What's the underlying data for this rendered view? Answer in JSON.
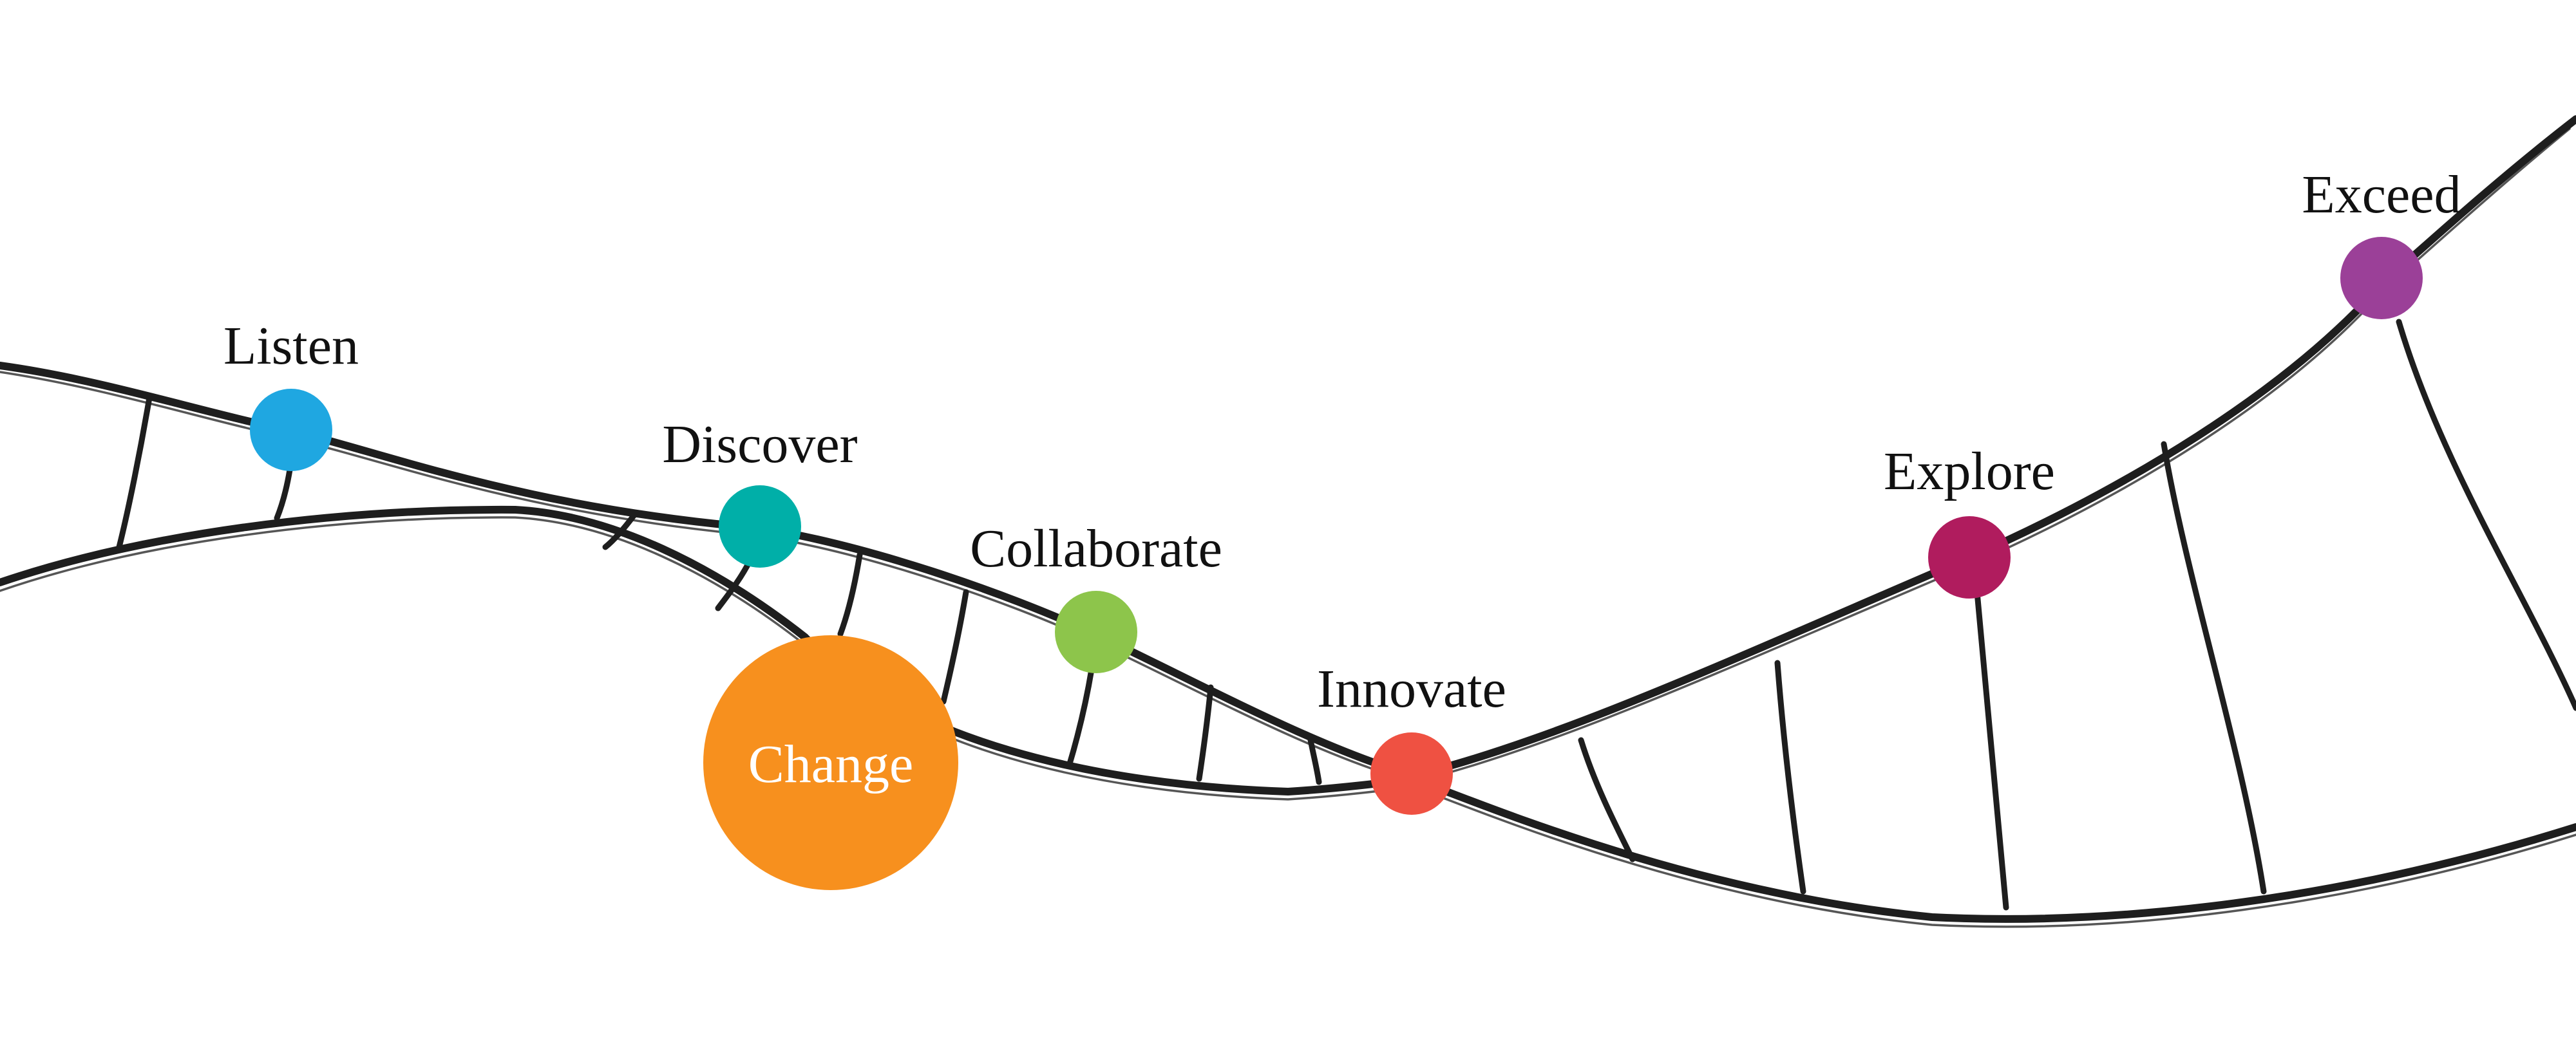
{
  "diagram": {
    "nodes": [
      {
        "id": "listen",
        "label": "Listen",
        "color": "#1FA7E1"
      },
      {
        "id": "discover",
        "label": "Discover",
        "color": "#00AFA8"
      },
      {
        "id": "collaborate",
        "label": "Collaborate",
        "color": "#8DC54B"
      },
      {
        "id": "innovate",
        "label": "Innovate",
        "color": "#EF5142"
      },
      {
        "id": "explore",
        "label": "Explore",
        "color": "#B01C5E"
      },
      {
        "id": "exceed",
        "label": "Exceed",
        "color": "#9B4098"
      }
    ],
    "center": {
      "label": "Change",
      "color": "#F7901E"
    },
    "stroke_color": "#1E1E1E"
  }
}
